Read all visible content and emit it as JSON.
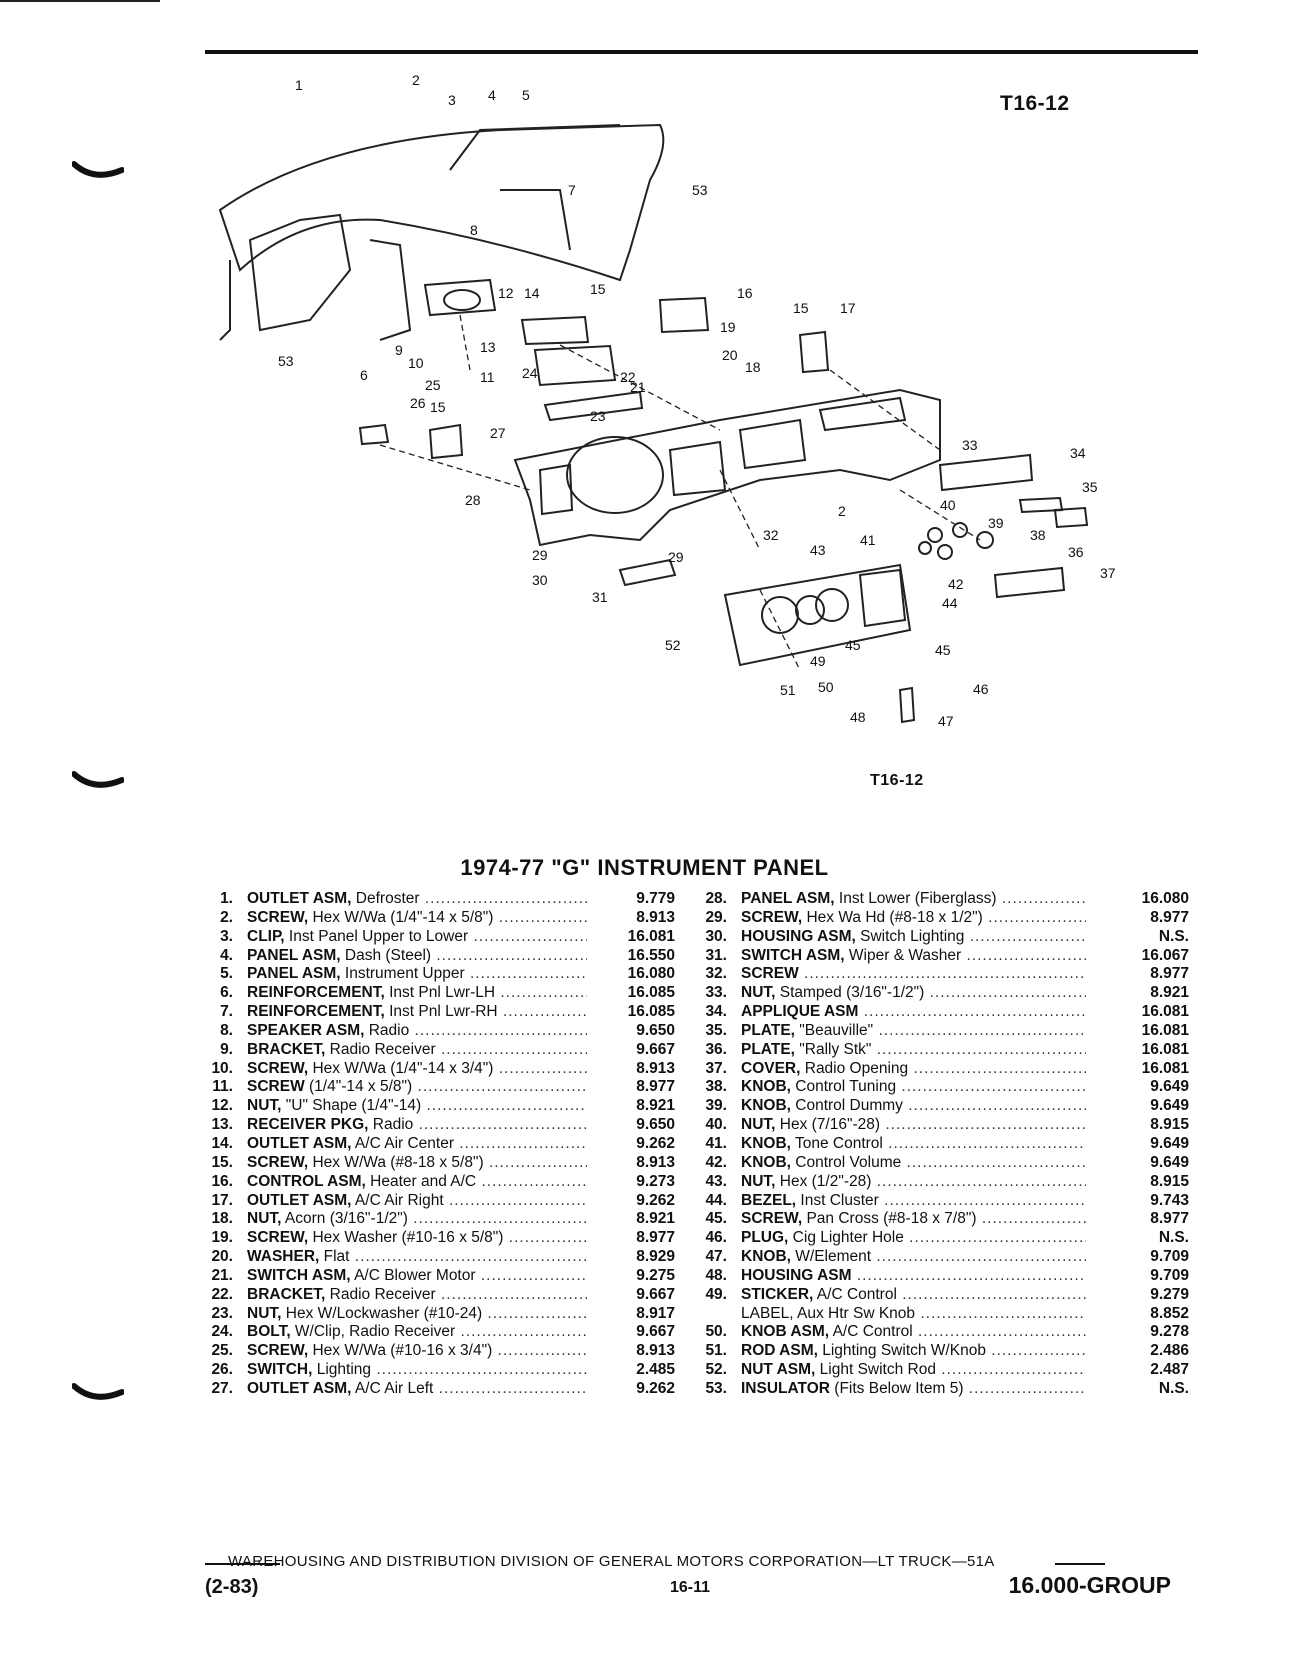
{
  "figure": {
    "code_top": "T16-12",
    "code_bottom": "T16-12"
  },
  "diagram_callouts": [
    "1",
    "2",
    "3",
    "4",
    "5",
    "53",
    "7",
    "8",
    "12",
    "14",
    "15",
    "16",
    "15",
    "17",
    "9",
    "19",
    "13",
    "10",
    "11",
    "20",
    "18",
    "24",
    "22",
    "25",
    "21",
    "26",
    "15",
    "23",
    "27",
    "33",
    "34",
    "28",
    "35",
    "2",
    "40",
    "39",
    "36",
    "32",
    "41",
    "38",
    "43",
    "42",
    "29",
    "37",
    "30",
    "29",
    "31",
    "44",
    "52",
    "45",
    "45",
    "49",
    "46",
    "51",
    "50",
    "48",
    "47",
    "6",
    "53"
  ],
  "title": "1974-77 \"G\" INSTRUMENT PANEL",
  "parts_left": [
    {
      "num": "1.",
      "name": "OUTLET ASM,",
      "detail": "Defroster",
      "group": "9.779"
    },
    {
      "num": "2.",
      "name": "SCREW,",
      "detail": "Hex W/Wa (1/4\"-14 x 5/8\")",
      "group": "8.913"
    },
    {
      "num": "3.",
      "name": "CLIP,",
      "detail": "Inst Panel Upper to Lower",
      "group": "16.081"
    },
    {
      "num": "4.",
      "name": "PANEL ASM,",
      "detail": "Dash (Steel)",
      "group": "16.550"
    },
    {
      "num": "5.",
      "name": "PANEL ASM,",
      "detail": "Instrument Upper",
      "group": "16.080"
    },
    {
      "num": "6.",
      "name": "REINFORCEMENT,",
      "detail": "Inst Pnl Lwr-LH",
      "group": "16.085"
    },
    {
      "num": "7.",
      "name": "REINFORCEMENT,",
      "detail": "Inst Pnl Lwr-RH",
      "group": "16.085"
    },
    {
      "num": "8.",
      "name": "SPEAKER ASM,",
      "detail": "Radio",
      "group": "9.650"
    },
    {
      "num": "9.",
      "name": "BRACKET,",
      "detail": "Radio Receiver",
      "group": "9.667"
    },
    {
      "num": "10.",
      "name": "SCREW,",
      "detail": "Hex W/Wa (1/4\"-14 x 3/4\")",
      "group": "8.913"
    },
    {
      "num": "11.",
      "name": "SCREW",
      "detail": "(1/4\"-14 x 5/8\")",
      "group": "8.977"
    },
    {
      "num": "12.",
      "name": "NUT,",
      "detail": "\"U\" Shape (1/4\"-14)",
      "group": "8.921"
    },
    {
      "num": "13.",
      "name": "RECEIVER PKG,",
      "detail": "Radio",
      "group": "9.650"
    },
    {
      "num": "14.",
      "name": "OUTLET ASM,",
      "detail": "A/C Air Center",
      "group": "9.262"
    },
    {
      "num": "15.",
      "name": "SCREW,",
      "detail": "Hex W/Wa (#8-18 x 5/8\")",
      "group": "8.913"
    },
    {
      "num": "16.",
      "name": "CONTROL ASM,",
      "detail": "Heater and A/C",
      "group": "9.273"
    },
    {
      "num": "17.",
      "name": "OUTLET ASM,",
      "detail": "A/C Air Right",
      "group": "9.262"
    },
    {
      "num": "18.",
      "name": "NUT,",
      "detail": "Acorn (3/16\"-1/2\")",
      "group": "8.921"
    },
    {
      "num": "19.",
      "name": "SCREW,",
      "detail": "Hex Washer (#10-16 x 5/8\")",
      "group": "8.977"
    },
    {
      "num": "20.",
      "name": "WASHER,",
      "detail": "Flat",
      "group": "8.929"
    },
    {
      "num": "21.",
      "name": "SWITCH ASM,",
      "detail": "A/C Blower Motor",
      "group": "9.275"
    },
    {
      "num": "22.",
      "name": "BRACKET,",
      "detail": "Radio Receiver",
      "group": "9.667"
    },
    {
      "num": "23.",
      "name": "NUT,",
      "detail": "Hex W/Lockwasher (#10-24)",
      "group": "8.917"
    },
    {
      "num": "24.",
      "name": "BOLT,",
      "detail": "W/Clip, Radio Receiver",
      "group": "9.667"
    },
    {
      "num": "25.",
      "name": "SCREW,",
      "detail": "Hex W/Wa (#10-16 x 3/4\")",
      "group": "8.913"
    },
    {
      "num": "26.",
      "name": "SWITCH,",
      "detail": "Lighting",
      "group": "2.485"
    },
    {
      "num": "27.",
      "name": "OUTLET ASM,",
      "detail": "A/C Air Left",
      "group": "9.262"
    }
  ],
  "parts_right": [
    {
      "num": "28.",
      "name": "PANEL ASM,",
      "detail": "Inst Lower (Fiberglass)",
      "group": "16.080"
    },
    {
      "num": "29.",
      "name": "SCREW,",
      "detail": "Hex Wa Hd (#8-18 x 1/2\")",
      "group": "8.977"
    },
    {
      "num": "30.",
      "name": "HOUSING ASM,",
      "detail": "Switch Lighting",
      "group": "N.S."
    },
    {
      "num": "31.",
      "name": "SWITCH ASM,",
      "detail": "Wiper & Washer",
      "group": "16.067"
    },
    {
      "num": "32.",
      "name": "SCREW",
      "detail": "",
      "group": "8.977"
    },
    {
      "num": "33.",
      "name": "NUT,",
      "detail": "Stamped (3/16\"-1/2\")",
      "group": "8.921"
    },
    {
      "num": "34.",
      "name": "APPLIQUE ASM",
      "detail": "",
      "group": "16.081"
    },
    {
      "num": "35.",
      "name": "PLATE,",
      "detail": "\"Beauville\"",
      "group": "16.081"
    },
    {
      "num": "36.",
      "name": "PLATE,",
      "detail": "\"Rally Stk\"",
      "group": "16.081"
    },
    {
      "num": "37.",
      "name": "COVER,",
      "detail": "Radio Opening",
      "group": "16.081"
    },
    {
      "num": "38.",
      "name": "KNOB,",
      "detail": "Control Tuning",
      "group": "9.649"
    },
    {
      "num": "39.",
      "name": "KNOB,",
      "detail": "Control Dummy",
      "group": "9.649"
    },
    {
      "num": "40.",
      "name": "NUT,",
      "detail": "Hex (7/16\"-28)",
      "group": "8.915"
    },
    {
      "num": "41.",
      "name": "KNOB,",
      "detail": "Tone Control",
      "group": "9.649"
    },
    {
      "num": "42.",
      "name": "KNOB,",
      "detail": "Control Volume",
      "group": "9.649"
    },
    {
      "num": "43.",
      "name": "NUT,",
      "detail": "Hex (1/2\"-28)",
      "group": "8.915"
    },
    {
      "num": "44.",
      "name": "BEZEL,",
      "detail": "Inst Cluster",
      "group": "9.743"
    },
    {
      "num": "45.",
      "name": "SCREW,",
      "detail": "Pan Cross (#8-18 x 7/8\")",
      "group": "8.977"
    },
    {
      "num": "46.",
      "name": "PLUG,",
      "detail": "Cig Lighter Hole",
      "group": "N.S."
    },
    {
      "num": "47.",
      "name": "KNOB,",
      "detail": "W/Element",
      "group": "9.709"
    },
    {
      "num": "48.",
      "name": "HOUSING ASM",
      "detail": "",
      "group": "9.709"
    },
    {
      "num": "49.",
      "name": "STICKER,",
      "detail": "A/C Control",
      "group": "9.279"
    },
    {
      "num": "",
      "name": "",
      "detail": "LABEL, Aux Htr Sw Knob",
      "group": "8.852"
    },
    {
      "num": "50.",
      "name": "KNOB ASM,",
      "detail": "A/C Control",
      "group": "9.278"
    },
    {
      "num": "51.",
      "name": "ROD ASM,",
      "detail": "Lighting Switch W/Knob",
      "group": "2.486"
    },
    {
      "num": "52.",
      "name": "NUT ASM,",
      "detail": "Light Switch Rod",
      "group": "2.487"
    },
    {
      "num": "53.",
      "name": "INSULATOR",
      "detail": "(Fits Below Item 5)",
      "group": "N.S."
    }
  ],
  "footer": {
    "division": "WAREHOUSING AND DISTRIBUTION  DIVISION OF GENERAL MOTORS CORPORATION—LT TRUCK—51A",
    "date": "(2-83)",
    "page": "16-11",
    "group": "16.000-GROUP"
  }
}
